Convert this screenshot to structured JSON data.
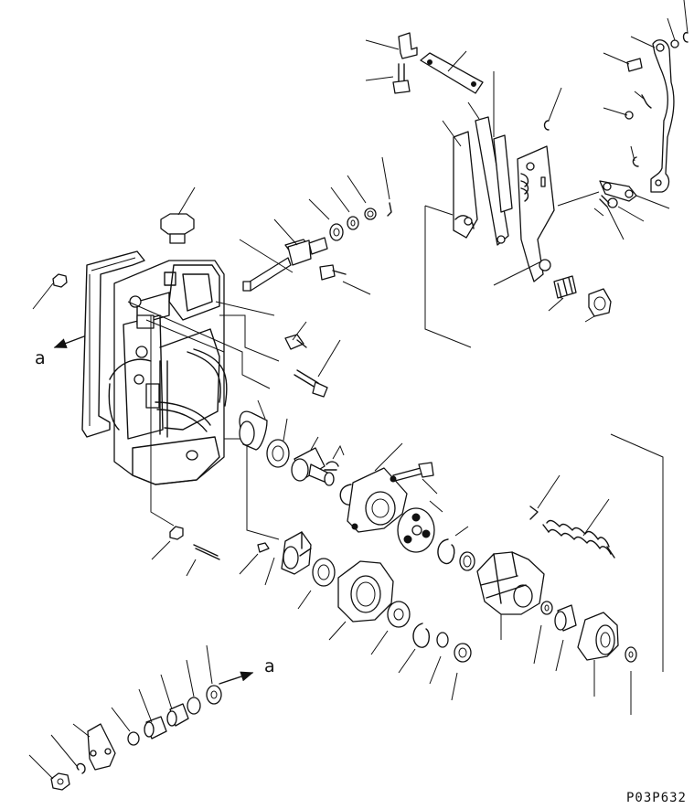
{
  "diagram": {
    "callouts": {
      "view_mark_left": "a",
      "view_mark_right": "a"
    },
    "drawing_number": "P03P632"
  }
}
